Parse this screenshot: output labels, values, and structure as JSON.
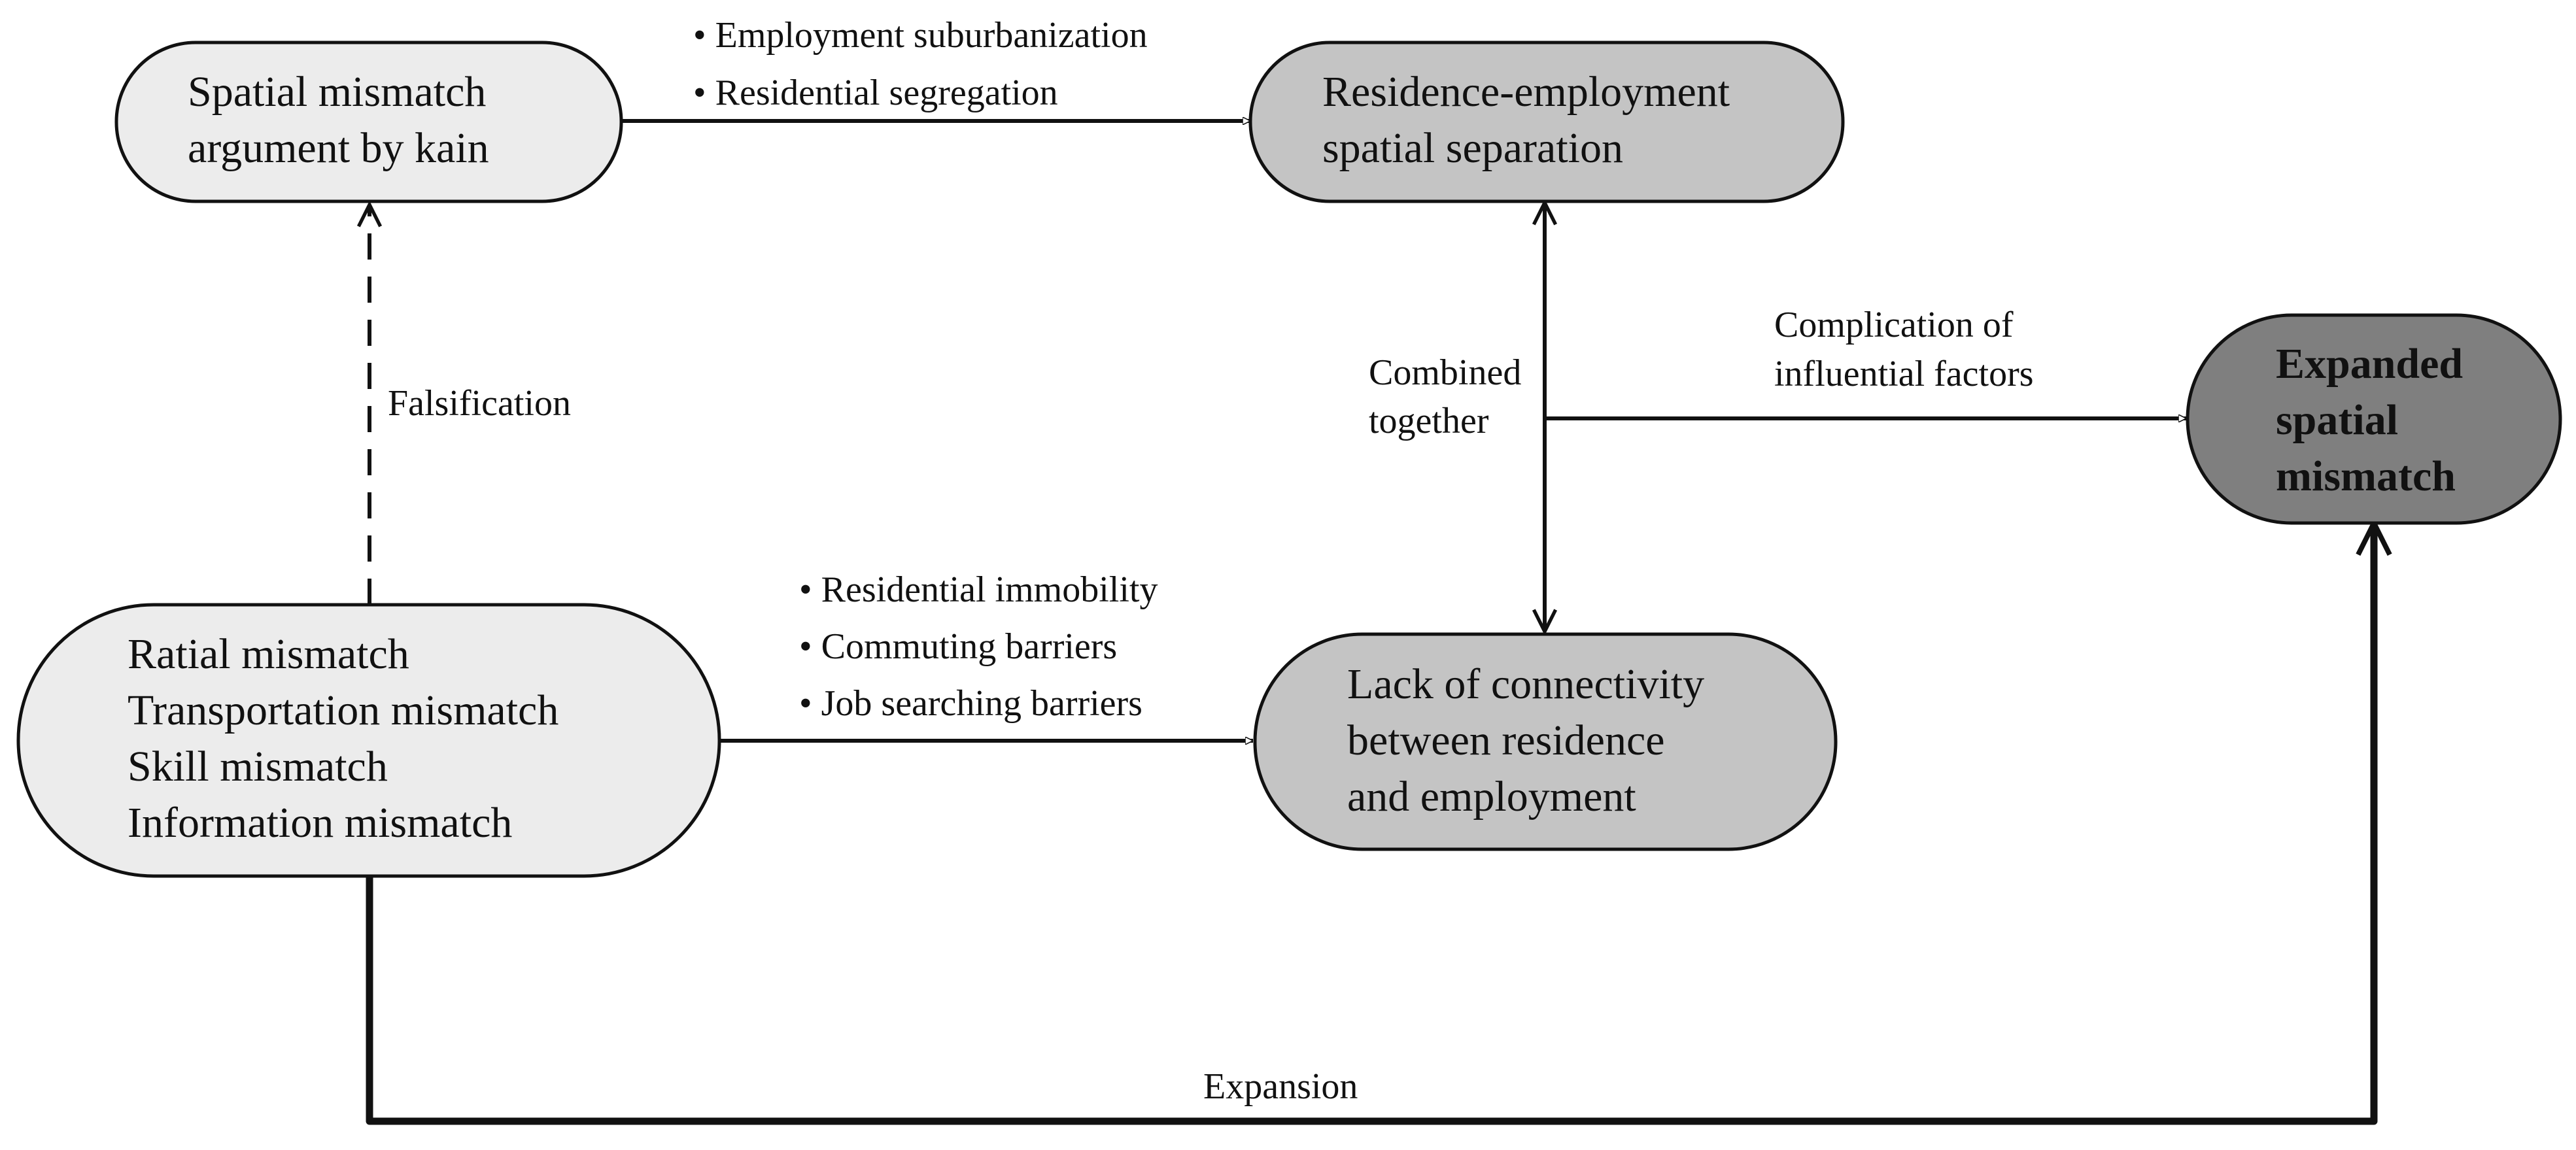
{
  "nodes": {
    "kain": {
      "lines": [
        "Spatial mismatch",
        "argument by kain"
      ]
    },
    "separation": {
      "lines": [
        "Residence-employment",
        "spatial separation"
      ]
    },
    "mismatches": {
      "lines": [
        "Ratial mismatch",
        "Transportation mismatch",
        "Skill mismatch",
        "Information mismatch"
      ]
    },
    "connectivity": {
      "lines": [
        "Lack of connectivity",
        "between residence",
        "and employment"
      ]
    },
    "expanded": {
      "lines": [
        "Expanded",
        "spatial",
        "mismatch"
      ]
    }
  },
  "edges": {
    "kain_to_separation": {
      "bullets": [
        "Employment suburbanization",
        "Residential segregation"
      ]
    },
    "mismatches_to_kain": {
      "label": "Falsification"
    },
    "mismatches_to_connectivity": {
      "bullets": [
        "Residential immobility",
        "Commuting barriers",
        "Job searching barriers"
      ]
    },
    "separation_connectivity": {
      "lines": [
        "Combined",
        "together"
      ]
    },
    "combined_to_expanded": {
      "lines": [
        "Complication of",
        "influential factors"
      ]
    },
    "mismatches_to_expanded": {
      "label": "Expansion"
    }
  },
  "colors": {
    "light_fill": "#ececec",
    "mid_fill": "#c4c4c4",
    "dark_fill": "#7f7f7f",
    "stroke": "#111111"
  }
}
